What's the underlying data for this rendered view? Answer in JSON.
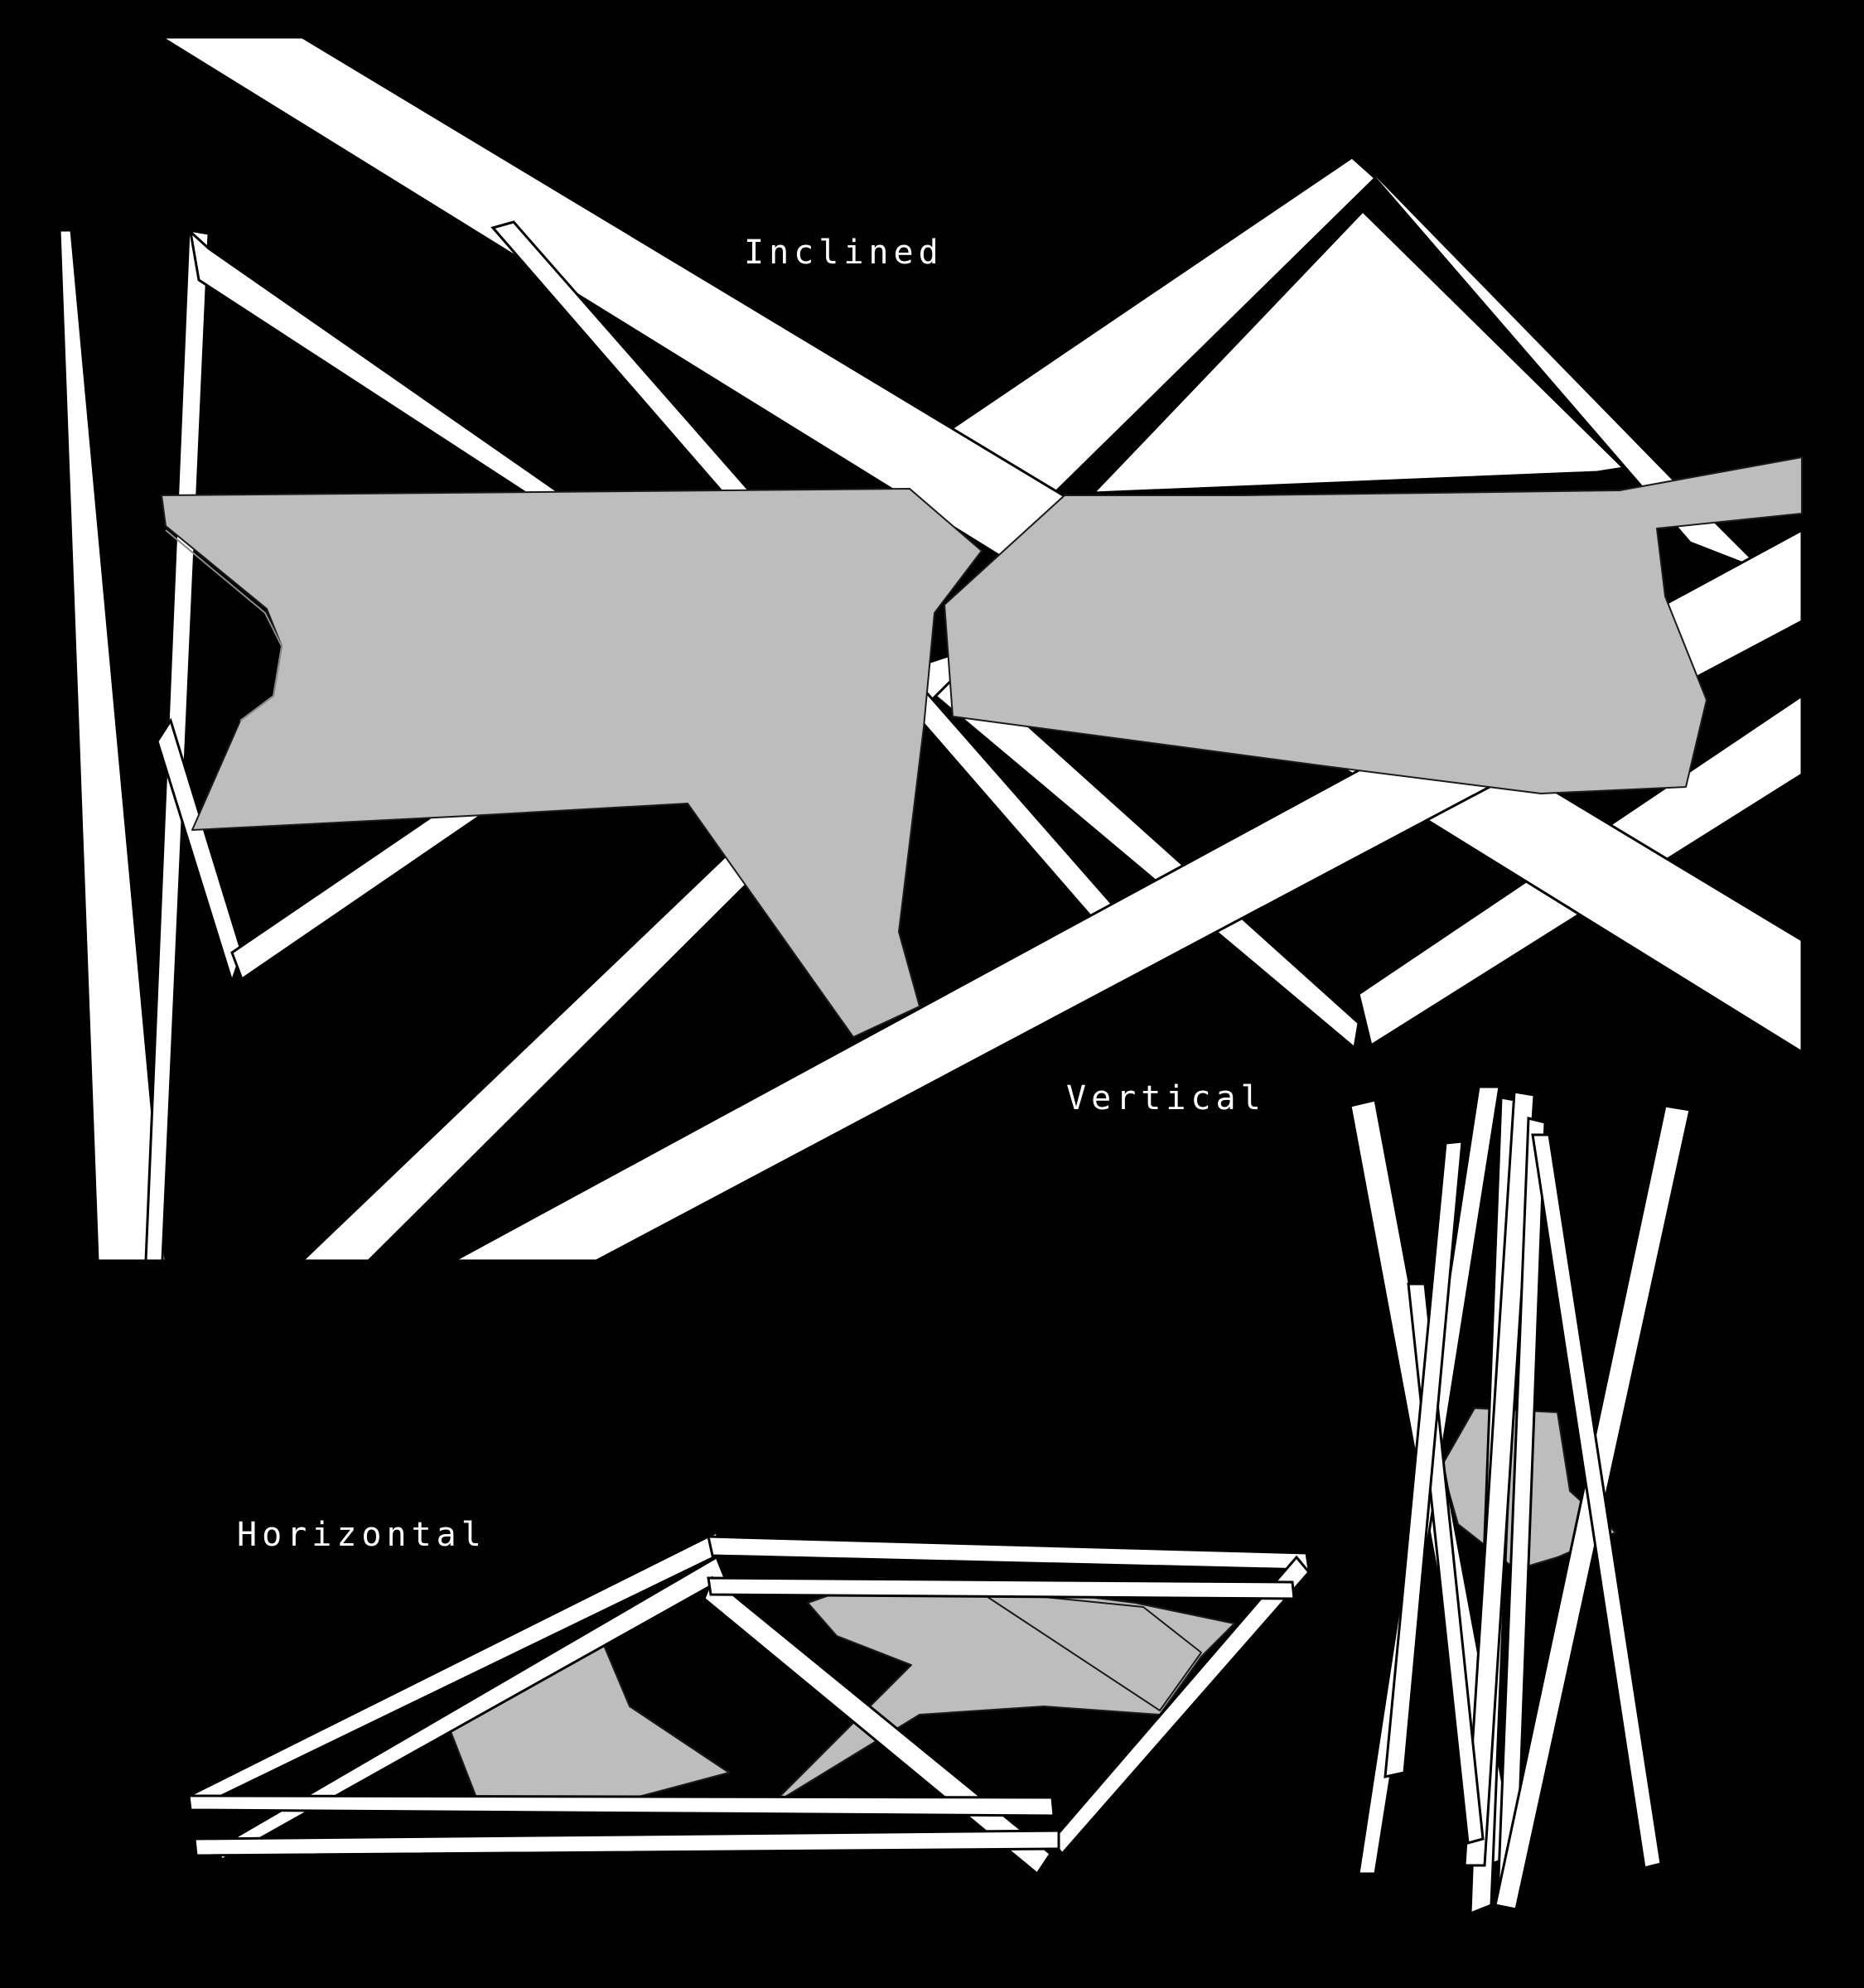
{
  "labels": {
    "inclined": "Inclined",
    "vertical": "Vertical",
    "horizontal": "Horizontal"
  },
  "colors": {
    "background": "#000000",
    "beam": "#ffffff",
    "membrane": "#bdbdbd",
    "label": "#ffffff"
  }
}
